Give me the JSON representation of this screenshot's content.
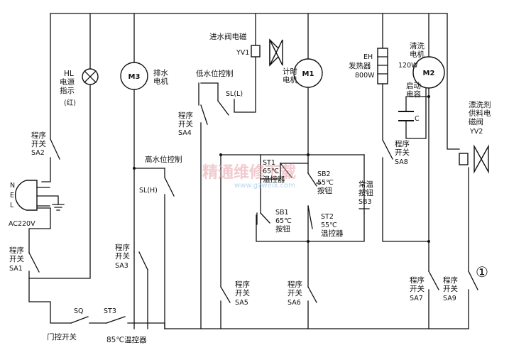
{
  "labels": {
    "hl": [
      "HL",
      "电源",
      "指示",
      "(红)"
    ],
    "m3": "M3",
    "m3_name": [
      "排水",
      "电机"
    ],
    "low_level": "低水位控制",
    "sl_low": "SL(L)",
    "inlet_valve": "进水阀电磁",
    "yv1": "YV1",
    "m1": "M1",
    "m1_name": [
      "计时",
      "电机"
    ],
    "eh": [
      "EH",
      "发热器",
      "800W"
    ],
    "m2_name": [
      "清洗",
      "电机"
    ],
    "m2_power": "120W",
    "m2": "M2",
    "start_cap": [
      "启动",
      "电容",
      "C"
    ],
    "rinse_valve": [
      "漂洗剂",
      "供料电",
      "磁阀",
      "YV2"
    ],
    "sa2": [
      "程序",
      "开关",
      "SA2"
    ],
    "sa4": [
      "程序",
      "开关",
      "SA4"
    ],
    "high_level": "高水位控制",
    "sl_high": "SL(H)",
    "st1": [
      "ST1",
      "65℃",
      "温控器"
    ],
    "sb2": [
      "SB2",
      "55℃",
      "按钮"
    ],
    "room_temp": [
      "常温",
      "按钮",
      "SB3"
    ],
    "sb1": [
      "SB1",
      "65℃",
      "按钮"
    ],
    "st2": [
      "ST2",
      "55℃",
      "温控器"
    ],
    "sa8": [
      "程序",
      "开关",
      "SA8"
    ],
    "plug_pins": [
      "N",
      "E",
      "L"
    ],
    "ac": "AC220V",
    "sa1": [
      "程序",
      "开关",
      "SA1"
    ],
    "sa3": [
      "程序",
      "开关",
      "SA3"
    ],
    "sa5": [
      "程序",
      "开关",
      "SA5"
    ],
    "sa6": [
      "程序",
      "开关",
      "SA6"
    ],
    "sa7": [
      "程序",
      "开关",
      "SA7"
    ],
    "sa9": [
      "程序",
      "开关",
      "SA9"
    ],
    "circle_one": "①",
    "sq": "SQ",
    "door": "门控开关",
    "st3": "ST3",
    "st3_name": "85℃温控器"
  },
  "watermark": {
    "text": "精通维修下载",
    "url": "www.gzweix.com"
  },
  "colors": {
    "line": "#111111",
    "watermark": "#e8a0a8",
    "watermark_url": "#9fc8e8"
  }
}
